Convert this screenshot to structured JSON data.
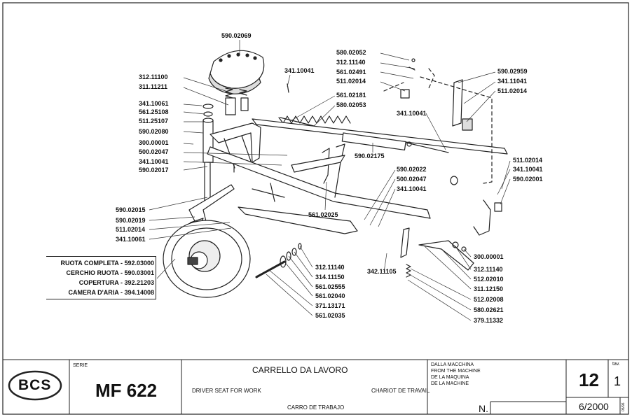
{
  "diagram": {
    "part_labels": {
      "seat": "590.02069",
      "p312_11100": "312.11100",
      "p311_11211": "311.11211",
      "p341_10061_top": "341.10061",
      "p561_25108": "561.25108",
      "p511_25107": "511.25107",
      "p590_02080": "590.02080",
      "p300_00001_left": "300.00001",
      "p500_02047_left": "500.02047",
      "p341_10041_left": "341.10041",
      "p590_02017": "590.02017",
      "p341_10041_top": "341.10041",
      "p580_02052": "580.02052",
      "p312_11140_top": "312.11140",
      "p561_02491": "561.02491",
      "p511_02014_top": "511.02014",
      "p561_02181": "561.02181",
      "p580_02053": "580.02053",
      "p590_02959": "590.02959",
      "p341_11041": "341.11041",
      "p511_02014_right": "511.02014",
      "p341_10041_mid": "341.10041",
      "p590_02175": "590.02175",
      "p511_02014_r2": "511.02014",
      "p341_10041_r2": "341.10041",
      "p590_02001": "590.02001",
      "p590_02022": "590.02022",
      "p500_02047_mid": "500.02047",
      "p341_10041_mid2": "341.10041",
      "p561_02025": "561.02025",
      "p590_02015": "590.02015",
      "p590_02019": "590.02019",
      "p511_02014_left": "511.02014",
      "p341_10061_left": "341.10061",
      "p312_11140_hub": "312.11140",
      "p314_11150": "314.11150",
      "p561_02555": "561.02555",
      "p561_02040": "561.02040",
      "p371_13171": "371.13171",
      "p561_02035": "561.02035",
      "p342_11105": "342.11105",
      "p300_00001_right": "300.00001",
      "p312_11140_right": "312.11140",
      "p512_02010": "512.02010",
      "p311_12150": "311.12150",
      "p512_02008": "512.02008",
      "p580_02621": "580.02621",
      "p379_11332": "379.11332"
    },
    "wheel_kit": [
      "RUOTA COMPLETA - 592.03000",
      "CERCHIO RUOTA - 590.03001",
      "COPERTURA - 392.21203",
      "CAMERA D'ARIA - 394.14008"
    ]
  },
  "title_block": {
    "logo": "BCS",
    "serie_label": "SERIE",
    "model": "MF 622",
    "title_it": "CARRELLO DA LAVORO",
    "title_en": "DRIVER SEAT FOR WORK",
    "title_fr": "CHARIOT DE TRAVAIL",
    "title_es": "CARRO DE TRABAJO",
    "from_machine": [
      "DALLA MACCHINA",
      "FROM THE MACHINE",
      "DE LA MAQUINA",
      "DE LA MACHINE"
    ],
    "n_label": "N.",
    "table_number": "12",
    "tav_label": "tav.",
    "sheet_number": "1",
    "date": "6/2000",
    "side_code": "05/96"
  }
}
